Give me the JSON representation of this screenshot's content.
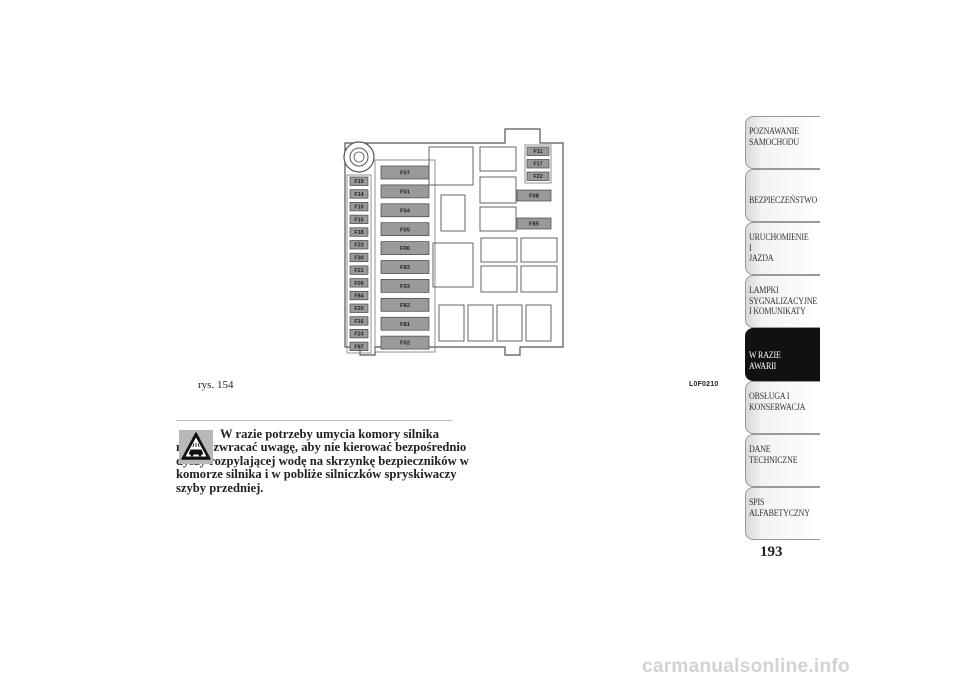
{
  "figure": {
    "caption": "rys. 154",
    "code": "L0F0210",
    "fuses_left_column": [
      "F19",
      "F14",
      "F10",
      "F15",
      "F18",
      "F23",
      "F30",
      "F21",
      "F09",
      "F84",
      "F20",
      "F16",
      "F24",
      "F87"
    ],
    "fuses_center_column": [
      "F07",
      "F01",
      "F04",
      "F05",
      "F06",
      "F83",
      "F03",
      "F82",
      "F81",
      "F02"
    ],
    "fuses_top_right": [
      "F11",
      "F17",
      "F22"
    ],
    "fuses_right": [
      "F08",
      "F85"
    ]
  },
  "warning": {
    "icon": "car-spray-warning-icon",
    "text": "W razie potrzeby umycia komory silnika należy zwracać uwagę, aby nie kierować bezpośrednio dyszy rozpylającej wodę na skrzynkę bezpieczników w komorze silnika i w pobliże silniczków spryskiwaczy szyby przedniej."
  },
  "nav": {
    "tabs": [
      {
        "label": "POZNAWANIE\nSAMOCHODU",
        "active": false
      },
      {
        "label": "BEZPIECZEŃSTWO",
        "active": false
      },
      {
        "label": "URUCHOMIENIE I\nJAZDA",
        "active": false
      },
      {
        "label": "LAMPKI\nSYGNALIZACYJNE\nI KOMUNIKATY",
        "active": false
      },
      {
        "label": "W RAZIE AWARII",
        "active": true
      },
      {
        "label": "OBSŁUGA I\nKONSERWACJA",
        "active": false
      },
      {
        "label": "DANE\nTECHNICZNE",
        "active": false
      },
      {
        "label": "SPIS\nALFABETYCZNY",
        "active": false
      }
    ]
  },
  "page_number": "193",
  "footer": "carmanualsonline.info"
}
